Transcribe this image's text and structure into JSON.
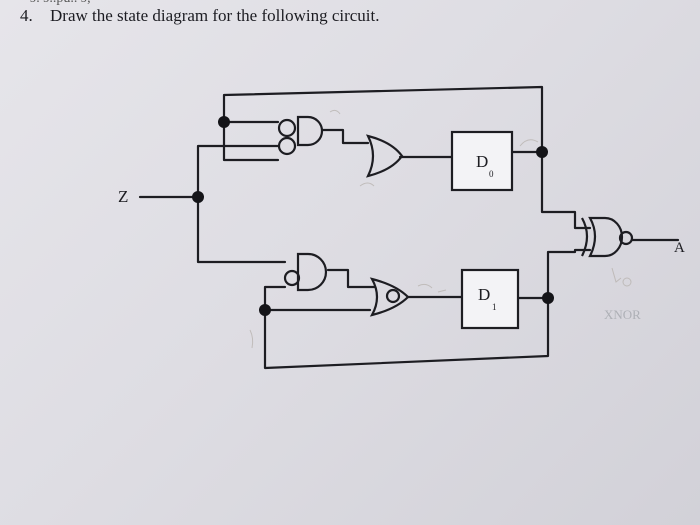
{
  "header": {
    "number": "4.",
    "text": "Draw the state diagram for the following circuit."
  },
  "circuit": {
    "input_label": "Z",
    "output_label": "A",
    "ff0": {
      "letter": "D",
      "index": "0"
    },
    "ff1": {
      "letter": "D",
      "index": "1"
    }
  },
  "handwritten": {
    "note": "XNOR"
  }
}
